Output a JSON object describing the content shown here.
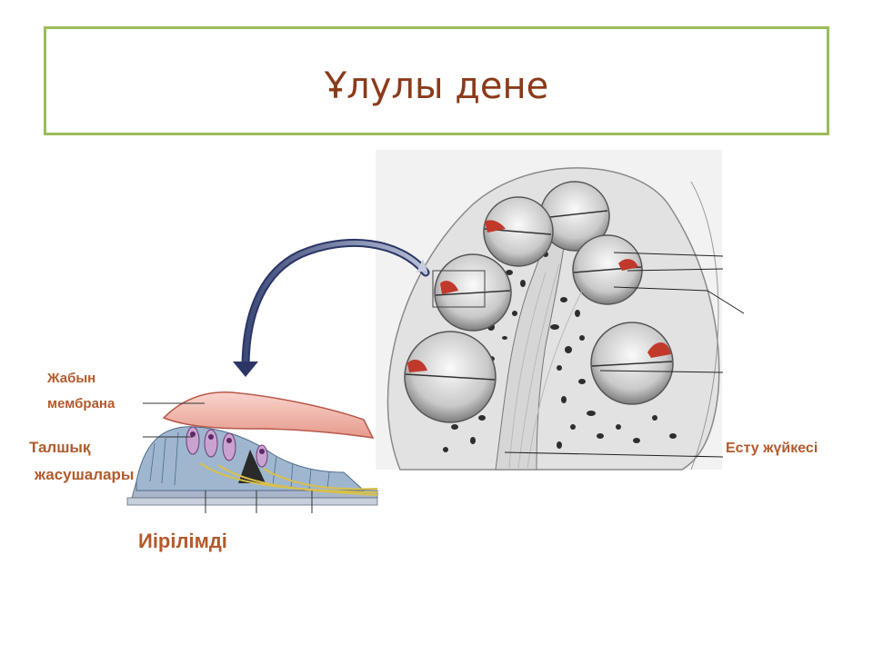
{
  "slide": {
    "title": "Ұлулы дене"
  },
  "labels": {
    "tectorial_1": "Жабын",
    "tectorial_2": "мембрана",
    "hair_1": "Талшық",
    "hair_2": "жасушалары",
    "organ_corti": "Иірілімді",
    "auditory_nerve": "Есту жүйкесі"
  },
  "colors": {
    "accent_border": "#9bbb59",
    "title": "#8b3a1a",
    "label": "#b25a2c",
    "membrane": "#f4b3a8",
    "cochlea_red": "#c0392b"
  }
}
